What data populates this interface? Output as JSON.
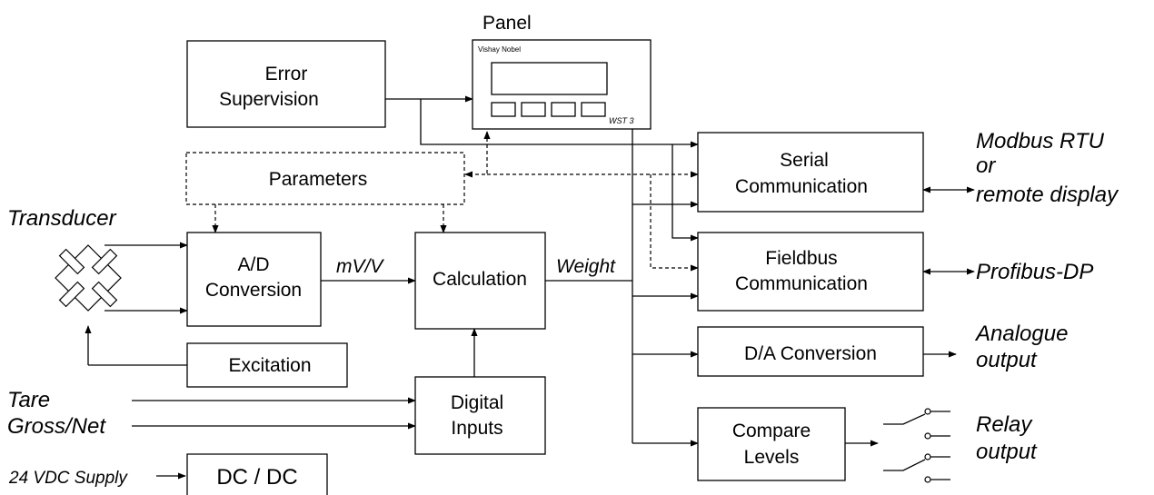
{
  "panel": {
    "title": "Panel",
    "brand": "Vishay Nobel",
    "model": "WST 3"
  },
  "blocks": {
    "error_supervision": [
      "Error",
      "Supervision"
    ],
    "parameters": "Parameters",
    "ad_conversion": [
      "A/D",
      "Conversion"
    ],
    "calculation": "Calculation",
    "excitation": "Excitation",
    "digital_inputs": [
      "Digital",
      "Inputs"
    ],
    "dc_dc": "DC / DC",
    "serial_communication": [
      "Serial",
      "Communication"
    ],
    "fieldbus_communication": [
      "Fieldbus",
      "Communication"
    ],
    "da_conversion": "D/A Conversion",
    "compare_levels": [
      "Compare",
      "Levels"
    ]
  },
  "signals": {
    "transducer": "Transducer",
    "mv_v": "mV/V",
    "weight": "Weight",
    "tare": "Tare",
    "gross_net": "Gross/Net",
    "supply": "24 VDC Supply"
  },
  "outputs": {
    "modbus": [
      "Modbus RTU",
      "or",
      "remote display"
    ],
    "profibus": "Profibus-DP",
    "analogue": [
      "Analogue",
      "output"
    ],
    "relay": [
      "Relay",
      "output"
    ]
  }
}
